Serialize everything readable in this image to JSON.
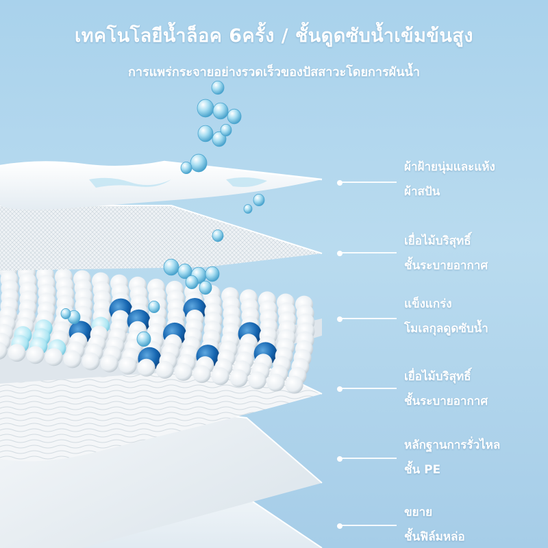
{
  "header": {
    "title": "เทคโนโลยีน้ำล็อค 6ครั้ง / ชั้นดูดซับน้ำเข้มข้นสูง",
    "subtitle": "การแพร่กระจายอย่างรวดเร็วของปัสสาวะโดยการผันน้ำ"
  },
  "layers": [
    {
      "line1": "ผ้าฝ้ายนุ่มและแห้ง",
      "line2": "ผ้าสปัน"
    },
    {
      "line1": "เยื่อไม้บริสุทธิ์",
      "line2": "ชั้นระบายอากาศ"
    },
    {
      "line1": "แข็งแกร่ง",
      "line2": "โมเลกุลดูดซับน้ำ"
    },
    {
      "line1": "เยื่อไม้บริสุทธิ์",
      "line2": "ชั้นระบายอากาศ"
    },
    {
      "line1": "หลักฐานการรั่วไหล",
      "line2": "ชั้น PE"
    },
    {
      "line1": "ขยาย",
      "line2": "ชั้นฟิล์มหล่อ"
    }
  ],
  "colors": {
    "background": "#b3d7ee",
    "water": "#7cc6e6",
    "polymer_blue": "#1565b0",
    "polymer_light": "#bfeaf4",
    "layer_white": "#f7f9fb",
    "text": "#ffffff"
  }
}
